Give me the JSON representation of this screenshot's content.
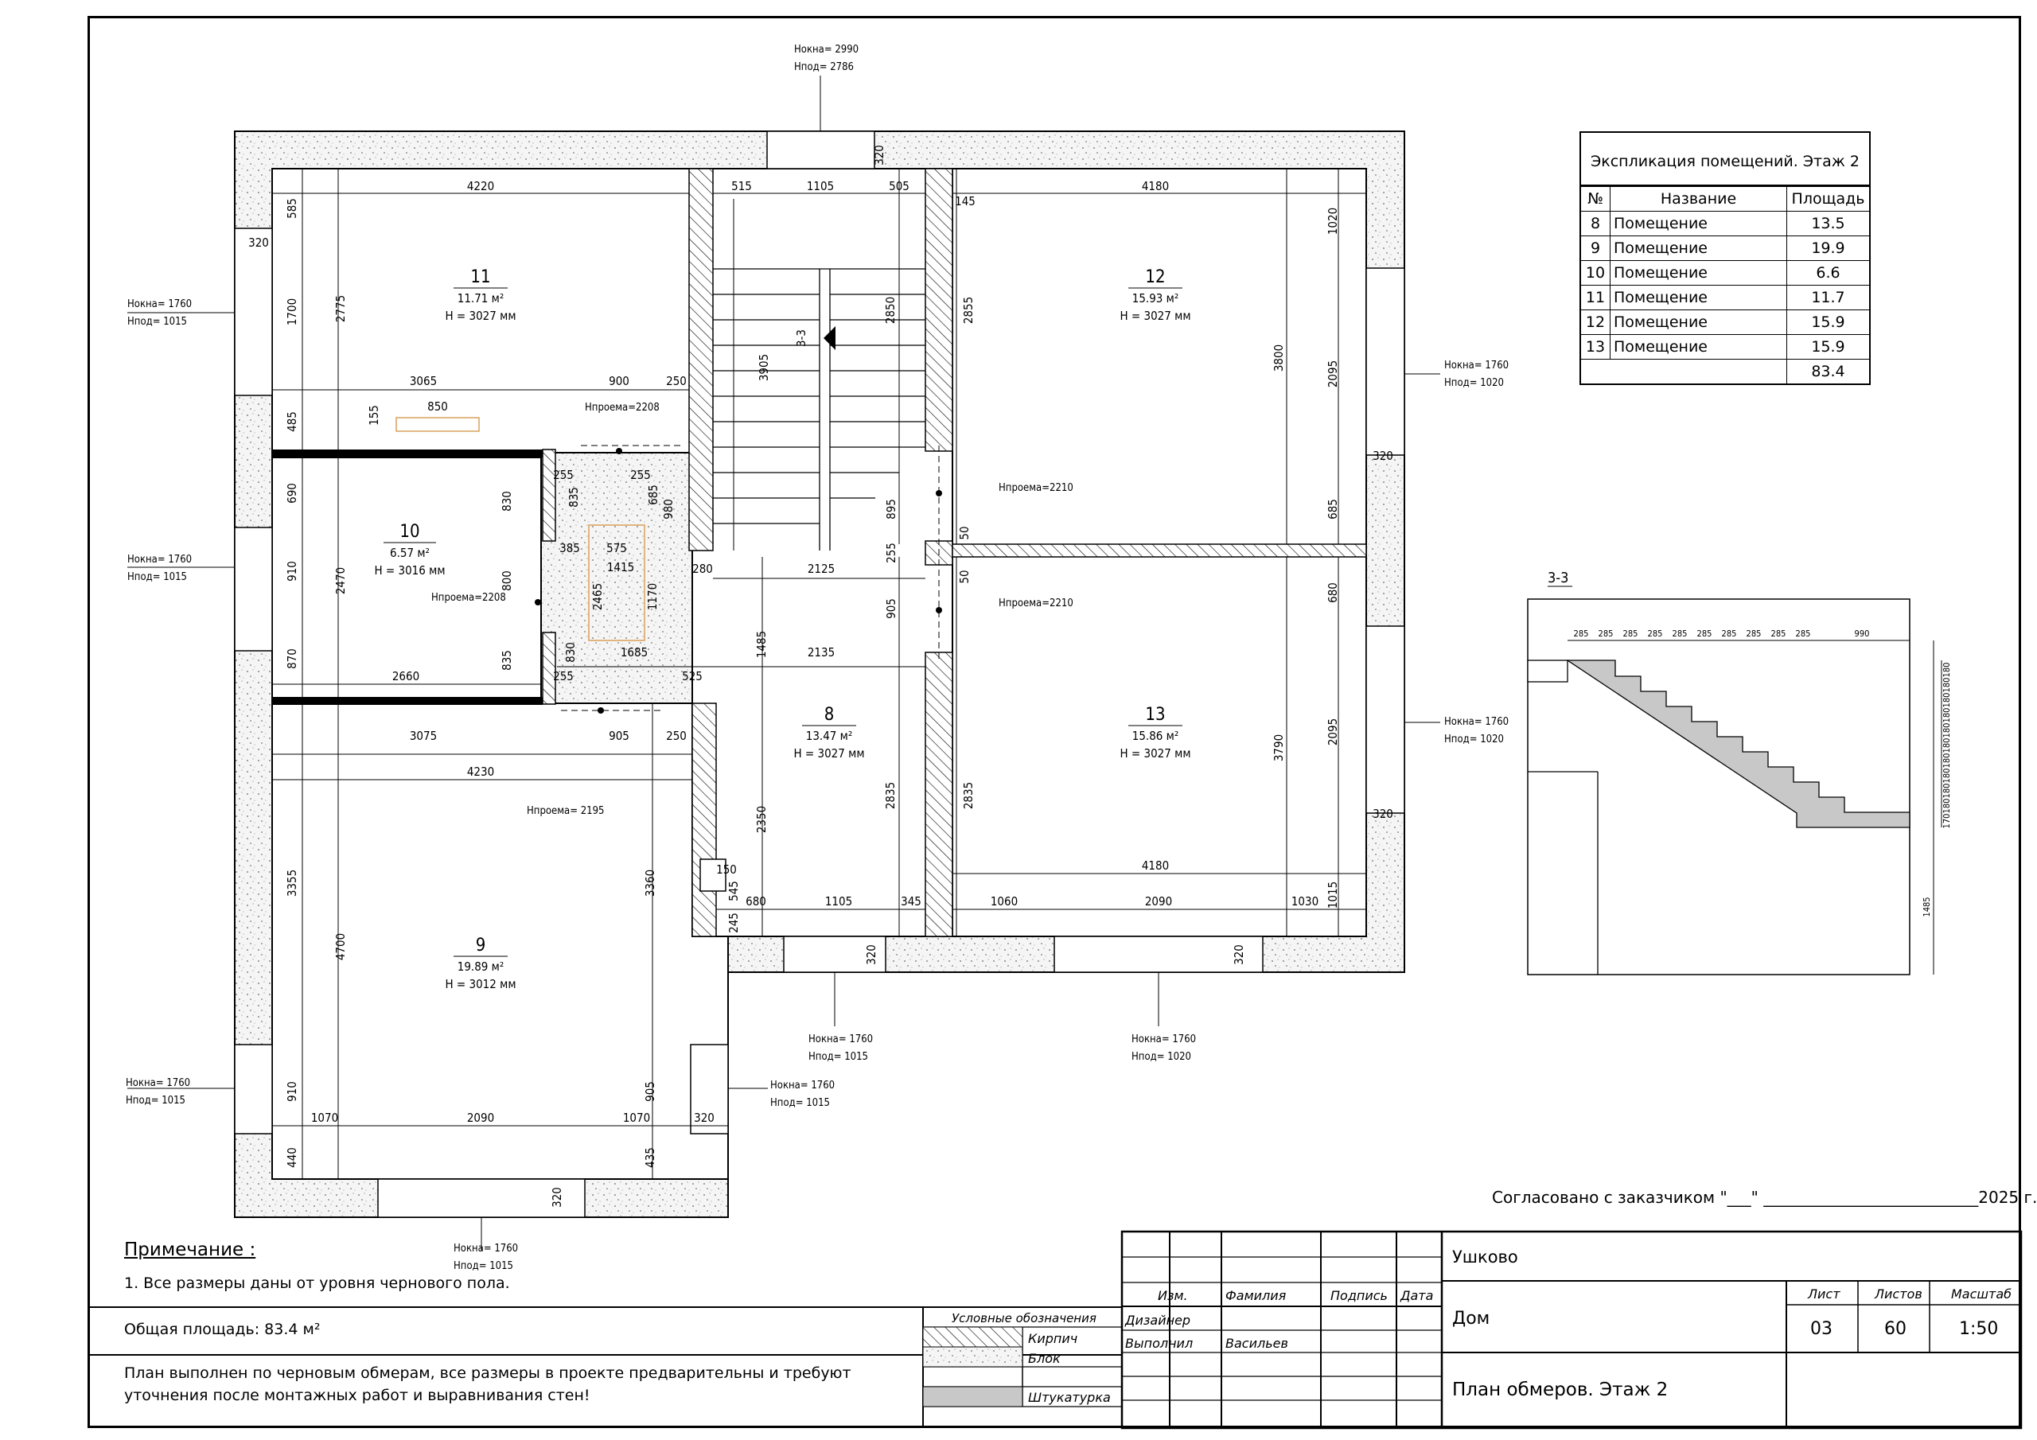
{
  "rooms": [
    {
      "num": "11",
      "area": "11.71 м²",
      "height": "H = 3027 мм"
    },
    {
      "num": "12",
      "area": "15.93 м²",
      "height": "H = 3027 мм"
    },
    {
      "num": "10",
      "area": "6.57 м²",
      "height": "H = 3016 мм"
    },
    {
      "num": "8",
      "area": "13.47 м²",
      "height": "H = 3027 мм"
    },
    {
      "num": "13",
      "area": "15.86 м²",
      "height": "H = 3027 мм"
    },
    {
      "num": "9",
      "area": "19.89 м²",
      "height": "H = 3012 мм"
    }
  ],
  "dimensions": {
    "d4220": "4220",
    "d4180a": "4180",
    "d515": "515",
    "d1105a": "1105",
    "d505": "505",
    "d320top": "320",
    "d585": "585",
    "d1700": "1700",
    "d2775": "2775",
    "d485": "485",
    "d3065": "3065",
    "d900": "900",
    "d250a": "250",
    "d850": "850",
    "d155": "155",
    "d320l1": "320",
    "d3905": "3905",
    "d2850": "2850",
    "d2855": "2855",
    "d145": "145",
    "d3800": "3800",
    "d1020": "1020",
    "d2095a": "2095",
    "d685a": "685",
    "d320r1": "320",
    "d690": "690",
    "d910a": "910",
    "d2470": "2470",
    "d870": "870",
    "d2660": "2660",
    "d830a": "830",
    "d800": "800",
    "d835a": "835",
    "d255a": "255",
    "d835b": "835",
    "d255b": "255",
    "d685b": "685",
    "d980": "980",
    "d385": "385",
    "d575": "575",
    "d1415": "1415",
    "d2465": "2465",
    "d1170": "1170",
    "d280": "280",
    "d2125": "2125",
    "d255c": "255",
    "d895": "895",
    "d50a": "50",
    "d50b": "50",
    "d905a": "905",
    "d1685": "1685",
    "d2135": "2135",
    "d1485a": "1485",
    "d830b": "830",
    "d255d": "255",
    "d525": "525",
    "d3075": "3075",
    "d905b": "905",
    "d250b": "250",
    "d4230": "4230",
    "d680r": "680",
    "d2095b": "2095",
    "d3790": "3790",
    "d2835a": "2835",
    "d2835b": "2835",
    "d2350": "2350",
    "d320r2": "320",
    "d4180b": "4180",
    "d3355": "3355",
    "d4700": "4700",
    "d3360": "3360",
    "d150": "150",
    "d545": "545",
    "d245": "245",
    "d680": "680",
    "d1105b": "1105",
    "d345": "345",
    "d1060": "1060",
    "d2090a": "2090",
    "d1030": "1030",
    "d1015": "1015",
    "d320b1": "320",
    "d320b2": "320",
    "d910b": "910",
    "d905c": "905",
    "d1070a": "1070",
    "d2090b": "2090",
    "d1070b": "1070",
    "d320b3": "320",
    "d440": "440",
    "d435": "435",
    "d320b4": "320"
  },
  "window_labels": [
    {
      "w": "Hокна= 2990",
      "p": "Hпод= 2786"
    },
    {
      "w": "Hокна= 1760",
      "p": "Hпод= 1015"
    },
    {
      "w": "Hокна= 1760",
      "p": "Hпод= 1020"
    },
    {
      "w": "Hокна= 1760",
      "p": "Hпод= 1015"
    },
    {
      "w": "Hокна= 1760",
      "p": "Hпод= 1020"
    },
    {
      "w": "Hокна= 1760",
      "p": "Hпод= 1015"
    },
    {
      "w": "Hокна= 1760",
      "p": "Hпод= 1020"
    },
    {
      "w": "Hокна= 1760",
      "p": "Hпод= 1015"
    },
    {
      "w": "Hокна= 1760",
      "p": "Hпод= 1015"
    },
    {
      "w": "Hокна= 1760",
      "p": "Hпод= 1015"
    }
  ],
  "openings": {
    "o1": "Hпроема=2208",
    "o2": "Hпроема=2210",
    "o3": "Hпроема=2208",
    "o4": "Hпроема=2210",
    "o5": "Hпроема= 2195"
  },
  "section_mark": "3-3",
  "section": {
    "title": "3-3",
    "treads": [
      "285",
      "285",
      "285",
      "285",
      "285",
      "285",
      "285",
      "285",
      "285",
      "285"
    ],
    "landing": "990",
    "risers": [
      "180",
      "180",
      "180",
      "180",
      "180",
      "180",
      "180",
      "180",
      "180",
      "180",
      "170"
    ],
    "height": "1485"
  },
  "explication": {
    "title": "Экспликация помещений. Этаж 2",
    "headers": [
      "№",
      "Название",
      "Площадь"
    ],
    "rows": [
      [
        "8",
        "Помещение",
        "13.5"
      ],
      [
        "9",
        "Помещение",
        "19.9"
      ],
      [
        "10",
        "Помещение",
        "6.6"
      ],
      [
        "11",
        "Помещение",
        "11.7"
      ],
      [
        "12",
        "Помещение",
        "15.9"
      ],
      [
        "13",
        "Помещение",
        "15.9"
      ]
    ],
    "total": "83.4"
  },
  "approval": "Согласовано с заказчиком \"___\" ___________________________2025 г.",
  "notes": {
    "title": "Примечание :",
    "text": "1. Все размеры даны от уровня чернового пола.",
    "total_area": "Общая площадь:  83.4 м²",
    "plan_note": "План выполнен по черновым обмерам, все размеры в проекте предварительны и требуют уточнения после монтажных работ и выравнивания стен!"
  },
  "legend": {
    "title": "Условные обозначения",
    "items": [
      "Кирпич",
      "Блок",
      "Штукатурка"
    ]
  },
  "stamp": {
    "h_izm": "Изм.",
    "h_fam": "Фамилия",
    "h_podp": "Подпись",
    "h_data": "Дата",
    "r1_role": "Дизайнер",
    "r2_role": "Выполнил",
    "r2_name": "Васильев",
    "place": "Ушково",
    "object": "Дом",
    "sheet_title": "План обмеров. Этаж 2",
    "h_list": "Лист",
    "h_listov": "Листов",
    "h_scale": "Масштаб",
    "list": "03",
    "listov": "60",
    "scale": "1:50"
  },
  "colors": {
    "block_fill": "#f4f4f4",
    "plaster": "#c8c8c8",
    "door_frame": "#d9a05a"
  }
}
